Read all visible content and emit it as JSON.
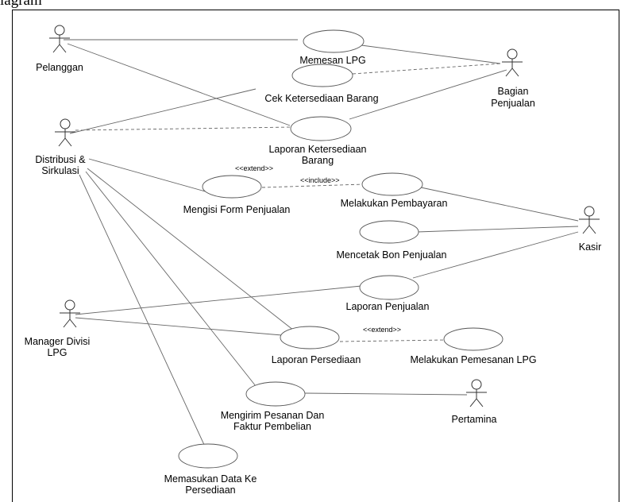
{
  "caption": "iagram",
  "actors": {
    "pelanggan": "Pelanggan",
    "distribusi": [
      "Distribusi &",
      "Sirkulasi"
    ],
    "bagian": [
      "Bagian",
      "Penjualan"
    ],
    "kasir": "Kasir",
    "manager": [
      "Manager Divisi",
      "LPG"
    ],
    "pertamina": "Pertamina"
  },
  "use_cases": {
    "memesan_lpg": [
      "Memesan LPG"
    ],
    "cek_ketersediaan": [
      "Cek Ketersediaan Barang"
    ],
    "laporan_ketersediaan": [
      "Laporan Ketersediaan",
      "Barang"
    ],
    "mengisi_form": [
      "Mengisi Form Penjualan"
    ],
    "melakukan_pembayaran": [
      "Melakukan Pembayaran"
    ],
    "mencetak_bon": [
      "Mencetak Bon Penjualan"
    ],
    "laporan_penjualan": [
      "Laporan Penjualan"
    ],
    "laporan_persediaan": [
      "Laporan Persediaan"
    ],
    "melakukan_pemesanan": [
      "Melakukan Pemesanan LPG"
    ],
    "mengirim_pesanan": [
      "Mengirim Pesanan Dan",
      "Faktur Pembelian"
    ],
    "memasukan_data": [
      "Memasukan Data Ke",
      "Persediaan"
    ]
  },
  "stereotypes": {
    "extend_1": "<<extend>>",
    "include_1": "<<include>>",
    "extend_2": "<<extend>>"
  }
}
